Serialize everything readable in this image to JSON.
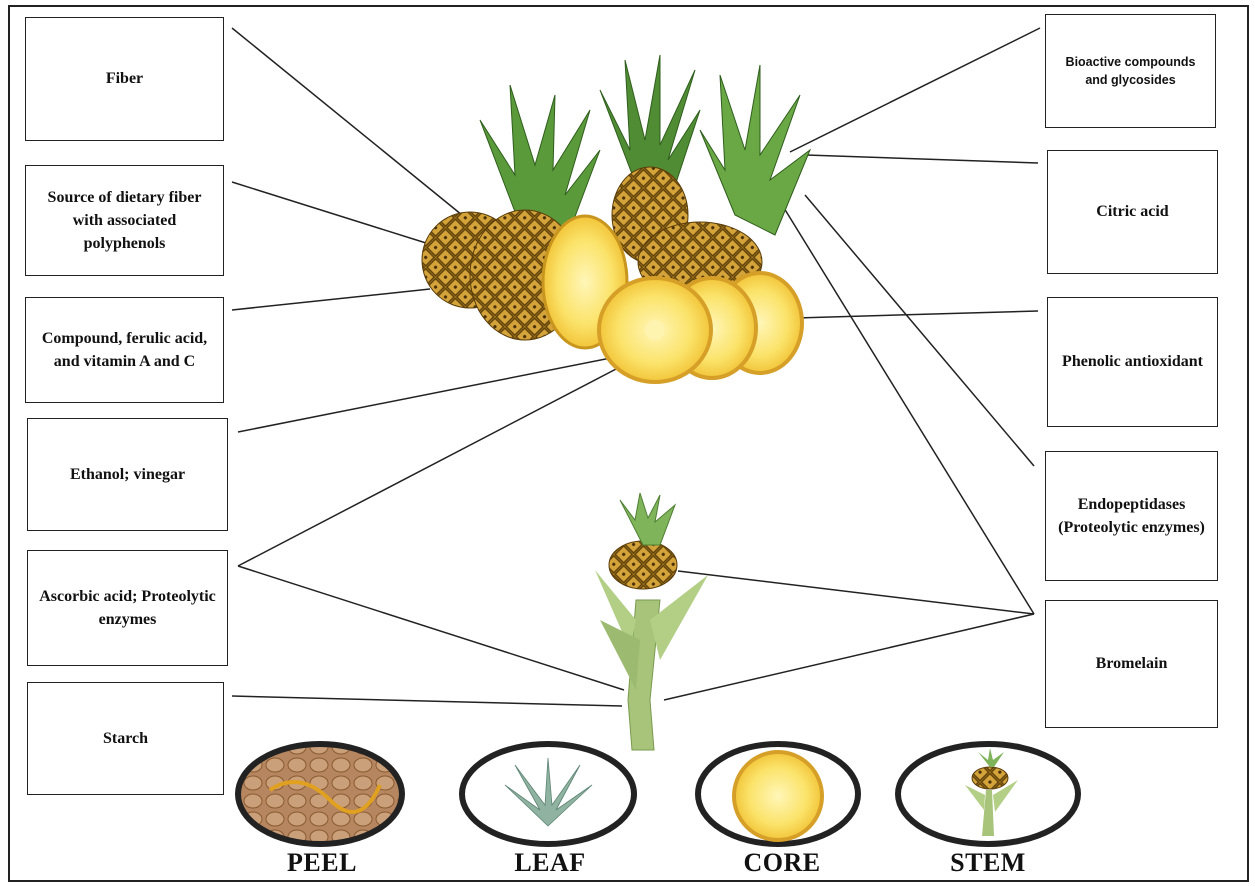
{
  "left_boxes": [
    {
      "id": "fiber",
      "text": "Fiber"
    },
    {
      "id": "dietary-fiber",
      "text": "Source of dietary fiber with associated polyphenols"
    },
    {
      "id": "ferulic",
      "text": "Compound, ferulic acid, and vitamin A and C"
    },
    {
      "id": "ethanol",
      "text": "Ethanol; vinegar"
    },
    {
      "id": "ascorbic",
      "text": "Ascorbic acid; Proteolytic enzymes"
    },
    {
      "id": "starch",
      "text": "Starch"
    }
  ],
  "right_boxes": [
    {
      "id": "bioactive",
      "text": "Bioactive compounds and glycosides"
    },
    {
      "id": "citric",
      "text": "Citric acid"
    },
    {
      "id": "phenolic",
      "text": "Phenolic antioxidant"
    },
    {
      "id": "endopeptidases",
      "text": "Endopeptidases (Proteolytic enzymes)"
    },
    {
      "id": "bromelain",
      "text": "Bromelain"
    }
  ],
  "parts": [
    {
      "id": "peel",
      "label": "PEEL"
    },
    {
      "id": "leaf",
      "label": "LEAF"
    },
    {
      "id": "core",
      "label": "CORE"
    },
    {
      "id": "stem",
      "label": "STEM"
    }
  ],
  "colors": {
    "fruit_skin": "#b8861e",
    "fruit_dark": "#6e4f10",
    "flesh": "#fbe36a",
    "leaf_green": "#5f9a3a",
    "stem_green": "#a7c47a",
    "peel_brown": "#9c6b3c",
    "line": "#222222"
  }
}
